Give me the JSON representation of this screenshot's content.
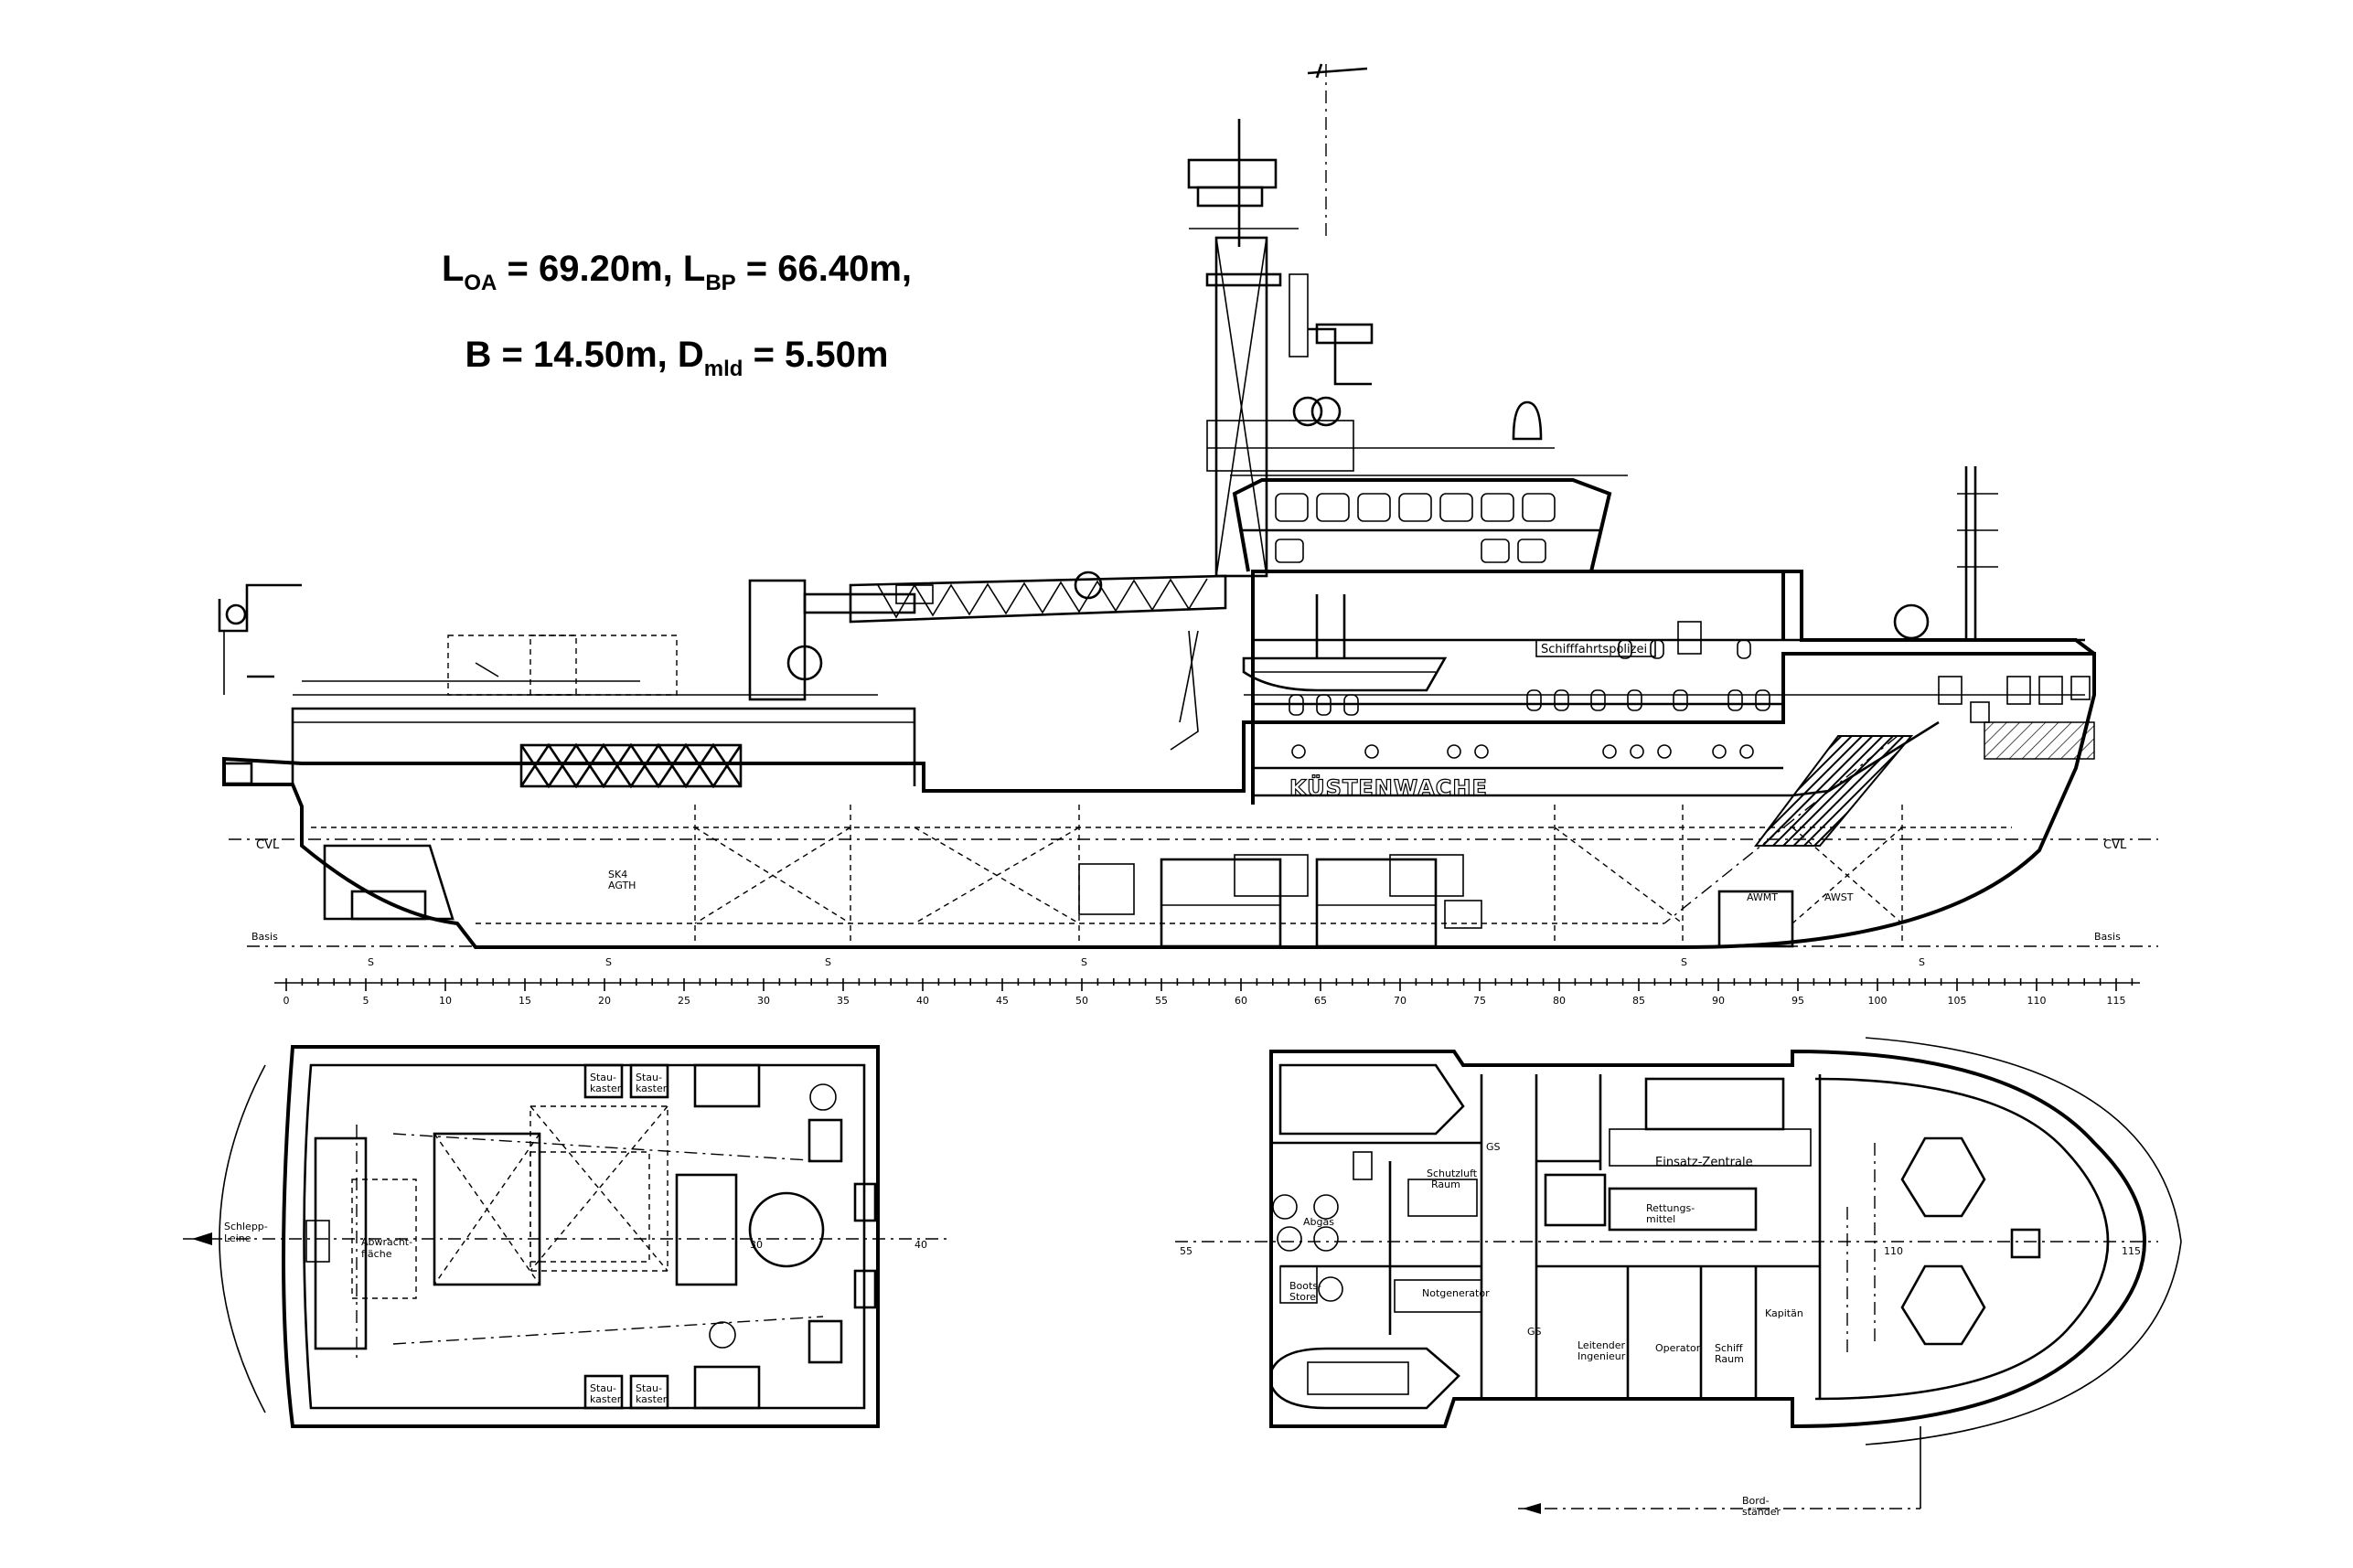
{
  "spec": {
    "loa_sym": "L",
    "loa_sub": "OA",
    "loa_val": "= 69.20m,",
    "lbp_sym": "L",
    "lbp_sub": "BP",
    "lbp_val": "= 66.40m,",
    "b_text": "B = 14.50m,",
    "d_sym": "D",
    "d_sub": "mld",
    "d_val": "= 5.50m"
  },
  "profile": {
    "hull_name": "KÜSTENWACHE",
    "banner": "Schifffahrtspolizei",
    "waterline_left": "CVL",
    "waterline_right": "CVL",
    "basis_left": "Basis",
    "basis_right": "Basis",
    "room_aft": "SK4\nAGTH",
    "room_awmt": "AWMT",
    "room_awst": "AWST",
    "bulkhead_mark": "S"
  },
  "frame_scale": {
    "labels": [
      "0",
      "5",
      "10",
      "15",
      "20",
      "25",
      "30",
      "35",
      "40",
      "45",
      "50",
      "55",
      "60",
      "65",
      "70",
      "75",
      "80",
      "85",
      "90",
      "95",
      "100",
      "105",
      "110",
      "115"
    ]
  },
  "aft_deck": {
    "tow_label": "Schlepp-\nLeine",
    "hatch_label": "Abwracht-\nfläche",
    "store_label": "Stau-\nkasten",
    "frame_30": "30",
    "frame_40": "40"
  },
  "bridge_deck": {
    "frame_55": "55",
    "frame_115": "115",
    "frame_110": "110",
    "einsatz": "Einsatz-Zentrale",
    "rettung": "Rettungs-\nmittel",
    "schutzluft": "Schutzluft\nRaum",
    "notgen": "Notgenerator",
    "boots": "Boots-\nStore",
    "abgas": "Abgas",
    "leitender": "Leitender\nIngenieur",
    "operator": "Operator",
    "schiff": "Schiff\nRaum",
    "kapitaen": "Kapitän",
    "gs": "GS",
    "bord": "Bord-\nständer"
  }
}
